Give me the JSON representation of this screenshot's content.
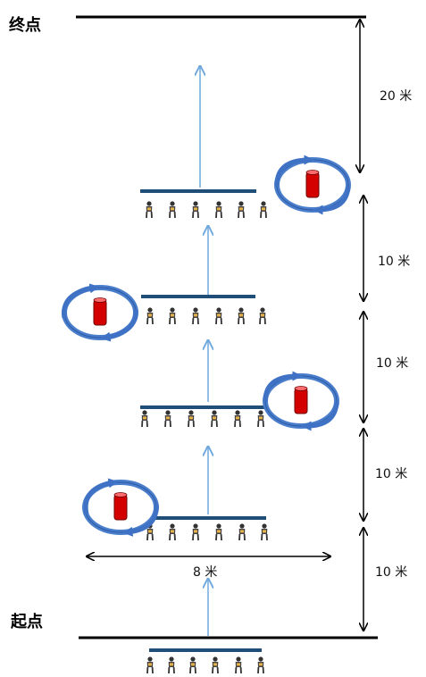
{
  "labels": {
    "end": "终点",
    "start": "起点"
  },
  "distances": {
    "d20": "20 米",
    "d10a": "10 米",
    "d10b": "10 米",
    "d10c": "10 米",
    "d10d": "10 米",
    "width": "8 米"
  },
  "colors": {
    "line": "#000000",
    "arrow_blue": "#5b9bd5",
    "bar": "#1f4e79",
    "rotation": "#3f72c4",
    "can": "#d40000"
  },
  "icons": {
    "person": "person-icon",
    "rotation": "rotation-icon",
    "can": "red-can-icon"
  }
}
